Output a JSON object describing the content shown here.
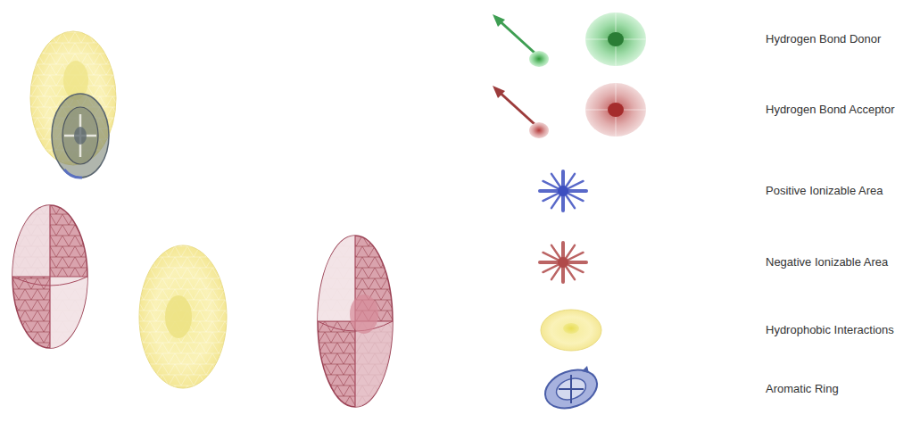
{
  "diagram": {
    "legend": [
      {
        "text": "Hydrogen Bond Donor"
      },
      {
        "text": "Hydrogen Bond Acceptor"
      },
      {
        "text": "Positive Ionizable Area"
      },
      {
        "text": "Negative Ionizable Area"
      },
      {
        "text": "Hydrophobic Interactions"
      },
      {
        "text": "Aromatic Ring"
      }
    ]
  }
}
